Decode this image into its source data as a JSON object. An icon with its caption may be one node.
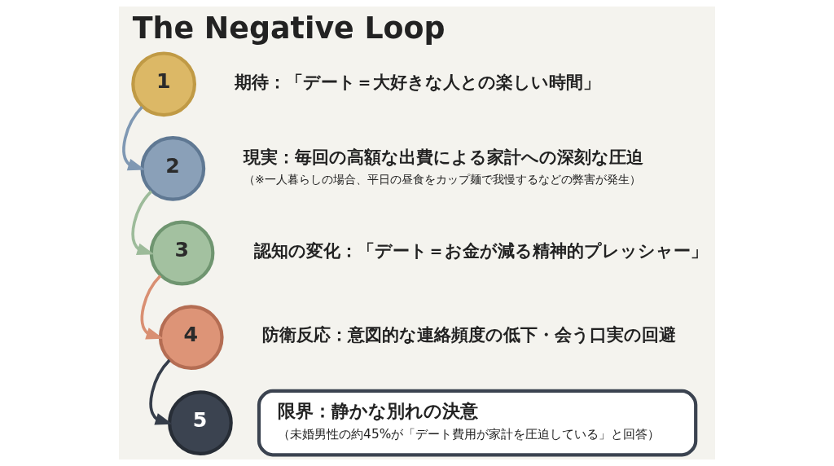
{
  "diagram": {
    "title": "The Negative Loop",
    "nodes": [
      {
        "text": [
          "1"
        ],
        "beside": [
          "期待：「デート＝大好きな人との楽しい時間」"
        ]
      },
      {
        "text": [
          "2"
        ],
        "beside": [
          "現実：毎回の高額な出費による家計への深刻な圧迫",
          "（※一人暮らしの場合、平日の昼食をカップ麺で我慢するなどの弊害が発生）"
        ]
      },
      {
        "text": [
          "3"
        ],
        "beside": [
          "認知の変化：「デート＝お金が減る精神的プレッシャー」"
        ]
      },
      {
        "text": [
          "4"
        ],
        "beside": [
          "防衛反応：意図的な連絡頻度の低下・会う口実の回避"
        ]
      },
      {
        "text": [
          "5"
        ]
      },
      {
        "text": [
          "限界：静かな別れの決意",
          "（未婚男性の約45%が「デート費用が家計を圧迫している」と回答）"
        ]
      }
    ],
    "edges": [
      {
        "from": 0,
        "to": 1,
        "arrow": "to",
        "color": "#7f98b3"
      },
      {
        "from": 1,
        "to": 2,
        "arrow": "to",
        "color": "#9dbb9a"
      },
      {
        "from": 2,
        "to": 3,
        "arrow": "to",
        "color": "#d98f72"
      },
      {
        "from": 3,
        "to": 4,
        "arrow": "to",
        "color": "#353d4a"
      }
    ]
  }
}
